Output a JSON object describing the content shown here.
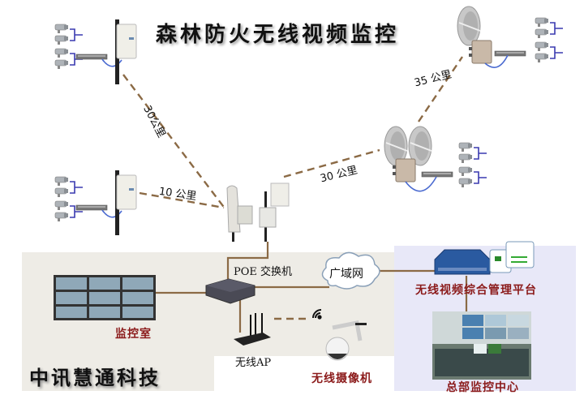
{
  "title": "森林防火无线视频监控",
  "company": "中讯慧通科技",
  "links": {
    "left_top": "30公里",
    "left_bottom": "10 公里",
    "right_mid": "30 公里",
    "right_top": "35 公里"
  },
  "nodes": {
    "poe_switch": "POE 交换机",
    "wan": "广域网",
    "platform": "无线视频综合管理平台",
    "monitor_room": "监控室",
    "wireless_ap": "无线AP",
    "wireless_camera": "无线摄像机",
    "hq_center": "总部监控中心"
  },
  "colors": {
    "cable": "#8b6a45",
    "dashed_link": "#8b6a45",
    "camera_bracket": "#3a3ab0",
    "label_red": "#8b1a1a",
    "panel_gray": "#eeece6",
    "panel_blue": "#e8e8f8",
    "platform_blue": "#2a5aa0"
  }
}
